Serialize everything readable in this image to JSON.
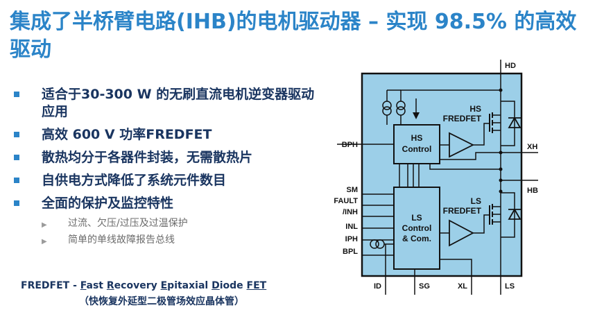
{
  "title": "集成了半桥臂电路(IHB)的电机驱动器 – 实现 98.5% 的高效驱动",
  "bullets": [
    "适合于30-300 W 的无刷直流电机逆变器驱动应用",
    "高效 600 V 功率FREDFET",
    "散热均分于各器件封装，无需散热片",
    "自供电方式降低了系统元件数目",
    "全面的保护及监控特性"
  ],
  "sub_bullets": [
    "过流、欠压/过压及过温保护",
    "简单的单线故障报告总线"
  ],
  "footnote": {
    "prefix": "FREDFET - ",
    "words": [
      {
        "initial": "F",
        "rest": "ast "
      },
      {
        "initial": "R",
        "rest": "ecovery "
      },
      {
        "initial": "E",
        "rest": "pitaxial "
      },
      {
        "initial": "D",
        "rest": "iode "
      },
      {
        "initial": "FET",
        "rest": ""
      }
    ],
    "chinese": "（快恢复外延型二极管场效应晶体管）"
  },
  "diagram": {
    "pins_left": [
      "BPH",
      "SM",
      "FAULT",
      "/INH",
      "INL",
      "IPH",
      "BPL"
    ],
    "pins_right": [
      "HD",
      "XH",
      "HB"
    ],
    "pins_bottom": [
      "ID",
      "SG",
      "XL",
      "LS"
    ],
    "hs_block": [
      "HS",
      "Control"
    ],
    "ls_block": [
      "LS",
      "Control",
      "& Com."
    ],
    "hs_fet": [
      "HS",
      "FREDFET"
    ],
    "ls_fet": [
      "LS",
      "FREDFET"
    ],
    "colors": {
      "fill": "#9ccfe8",
      "stroke": "#111111",
      "accent": "#2b84c8"
    }
  }
}
